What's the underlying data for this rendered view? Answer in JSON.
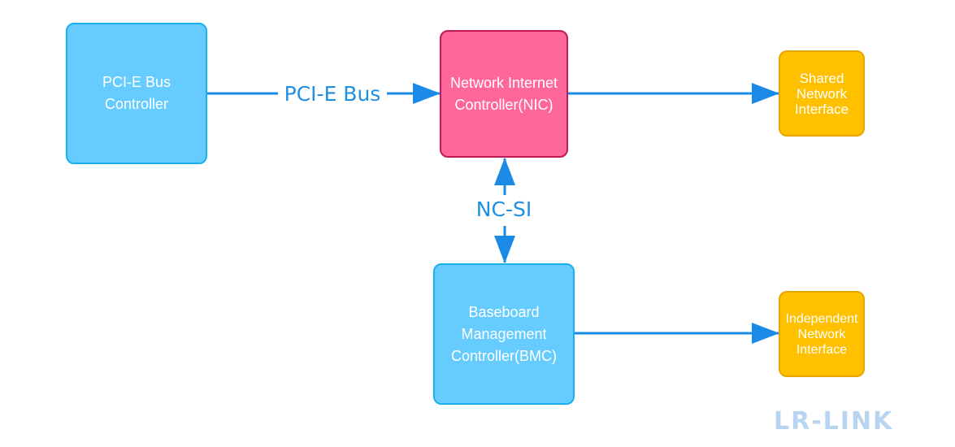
{
  "nodes": {
    "pcie_controller": {
      "label": "PCI-E Bus\nController"
    },
    "nic": {
      "label": "Network Internet\nController(NIC)"
    },
    "bmc": {
      "label": "Baseboard\nManagement\nController(BMC)"
    },
    "shared_interface": {
      "label": "Shared\nNetwork\nInterface"
    },
    "independent_interface": {
      "label": "Independent\nNetwork\nInterface"
    }
  },
  "edges": {
    "pcie_bus": {
      "label": "PCI-E Bus"
    },
    "ncsi": {
      "label": "NC-SI"
    }
  },
  "colors": {
    "blue_box": "#66ccff",
    "pink_box": "#ff6699",
    "yellow_box": "#ffc000",
    "connector": "#1a8ae6"
  },
  "logo": {
    "text": "LR-LINK"
  }
}
